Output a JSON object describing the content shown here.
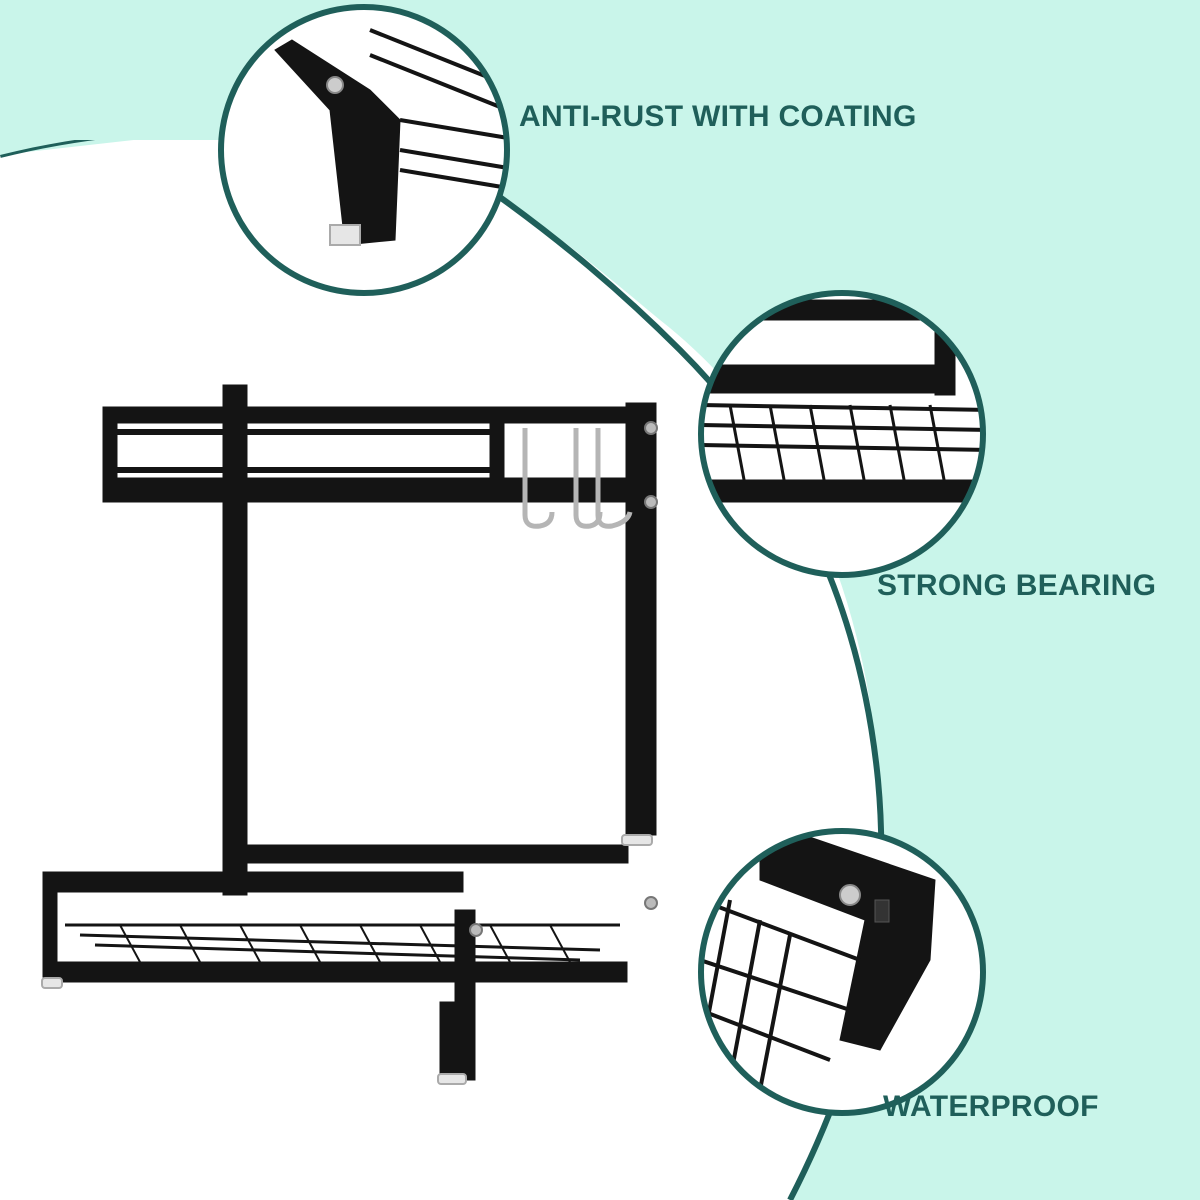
{
  "features": [
    {
      "label": "ANTI-RUST WITH COATING"
    },
    {
      "label": "STRONG BEARING"
    },
    {
      "label": "WATERPROOF"
    }
  ],
  "colors": {
    "background": "#ffffff",
    "mint_panel": "#c9f5ea",
    "accent_teal": "#1f5f5a",
    "label_text": "#1f5f5a",
    "rack_black": "#141414"
  },
  "icons": [
    "rack-product-image",
    "detail-zoom-circle"
  ]
}
